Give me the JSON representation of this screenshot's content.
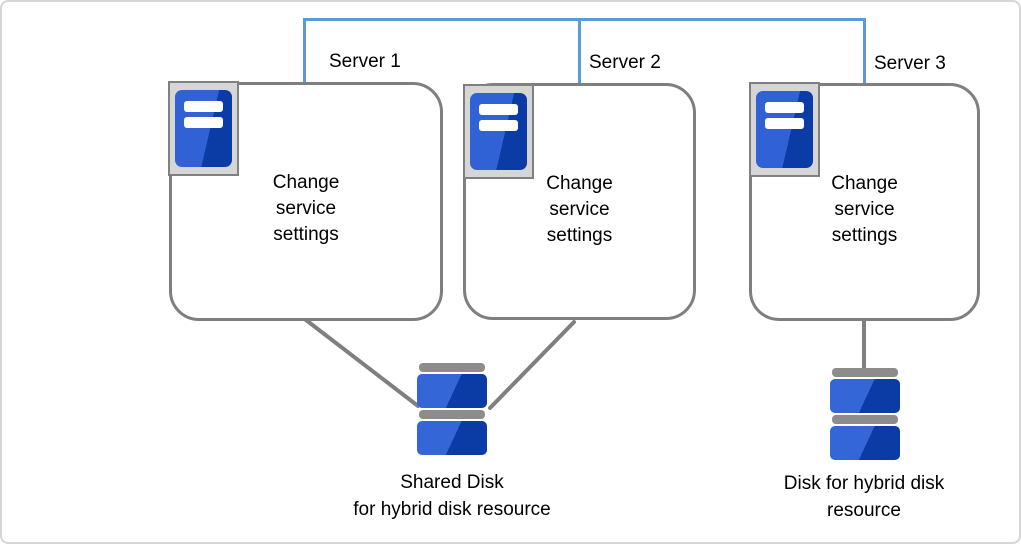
{
  "colors": {
    "interconnect_blue": "#5b9bd5",
    "connector_gray": "#7f7f7f",
    "icon_blue_light": "#3061d5",
    "icon_blue_dark": "#0b3ca6"
  },
  "icons": {
    "server": "server-tower-icon",
    "disk": "disk-stack-icon"
  },
  "servers": [
    {
      "name": "Server 1",
      "note": "Change\nservice\nsettings"
    },
    {
      "name": "Server 2",
      "note": "Change\nservice\nsettings"
    },
    {
      "name": "Server 3",
      "note": "Change\nservice\nsettings"
    }
  ],
  "disks": [
    {
      "label": "Shared Disk\nfor hybrid disk resource"
    },
    {
      "label": "Disk for hybrid disk\nresource"
    }
  ]
}
